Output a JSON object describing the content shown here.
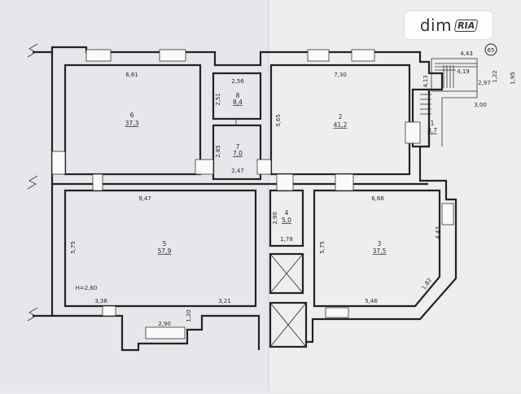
{
  "watermark": {
    "part1": "dim",
    "part2": "RIA"
  },
  "rooms": [
    {
      "num": "6",
      "area": "37,3"
    },
    {
      "num": "8",
      "area": "8,4"
    },
    {
      "num": "7",
      "area": "7,0"
    },
    {
      "num": "2",
      "area": "41,2"
    },
    {
      "num": "1",
      "area": "8,7"
    },
    {
      "num": "5",
      "area": "57,9"
    },
    {
      "num": "4",
      "area": "5,0"
    },
    {
      "num": "3",
      "area": "37,5"
    }
  ],
  "dimensions": {
    "r6_width": "6,61",
    "r8_width": "2,56",
    "r8_height": "2,51",
    "r7_height": "2,85",
    "r7_width": "2,47",
    "r2_width": "7,30",
    "r2_height": "5,65",
    "stair_w1": "4,43",
    "stair_w2": "4,19",
    "stair_w3": "2,97",
    "stair_h1": "1,22",
    "stair_h2": "1,95",
    "stair_w4": "3,00",
    "r1_height": "4,13",
    "r5_width": "9,47",
    "r5_height": "5,75",
    "ceiling": "H=2,60",
    "r5_bottom_left": "3,38",
    "r5_bottom_right": "3,21",
    "r5_bay_width": "2,90",
    "r5_bay_height": "1,20",
    "r4_height": "2,90",
    "r4_width": "1,78",
    "r3_width": "6,66",
    "r3_height": "5,75",
    "r3_right": "4,43",
    "r3_diag": "1,82",
    "r3_bottom": "5,46"
  },
  "marker": "65"
}
